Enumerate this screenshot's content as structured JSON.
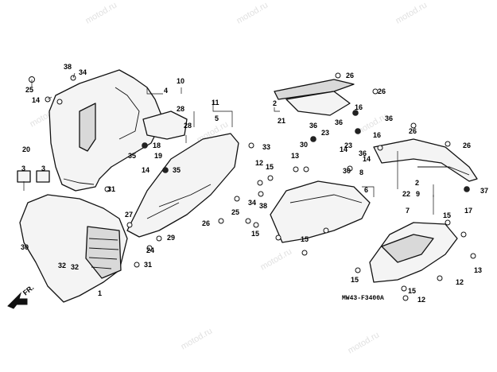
{
  "watermark": "motod.ru",
  "diagram_code": "MW43-F3400A",
  "direction_label": "FR.",
  "callouts": [
    "1",
    "2",
    "3",
    "4",
    "5",
    "6",
    "7",
    "8",
    "9",
    "10",
    "11",
    "12",
    "13",
    "14",
    "15",
    "16",
    "17",
    "18",
    "19",
    "20",
    "21",
    "22",
    "23",
    "24",
    "25",
    "26",
    "27",
    "28",
    "29",
    "30",
    "31",
    "32",
    "33",
    "34",
    "35",
    "36",
    "37",
    "38"
  ]
}
